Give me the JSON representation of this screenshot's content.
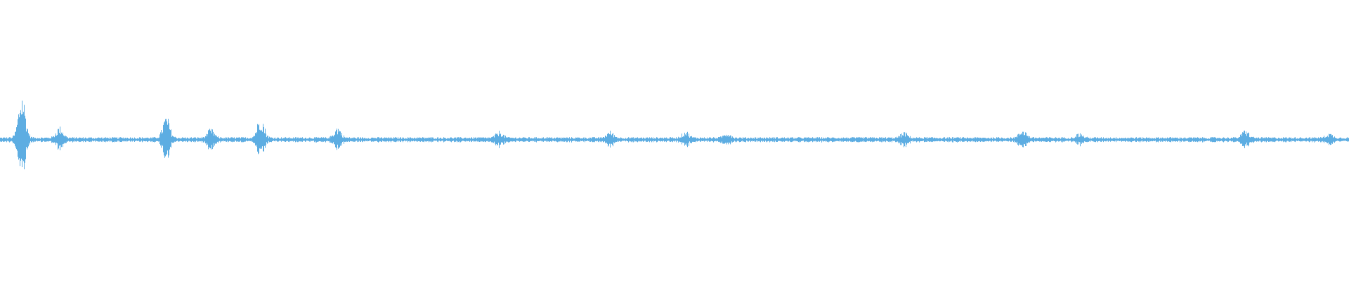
{
  "waveform": {
    "color": "#5dade2",
    "baseline_amplitude": 0.012,
    "peaks": [
      {
        "t": 0.016,
        "amp": 0.21
      },
      {
        "t": 0.044,
        "amp": 0.05
      },
      {
        "t": 0.123,
        "amp": 0.1
      },
      {
        "t": 0.156,
        "amp": 0.04
      },
      {
        "t": 0.193,
        "amp": 0.1
      },
      {
        "t": 0.25,
        "amp": 0.05
      },
      {
        "t": 0.37,
        "amp": 0.03
      },
      {
        "t": 0.452,
        "amp": 0.03
      },
      {
        "t": 0.508,
        "amp": 0.03
      },
      {
        "t": 0.539,
        "amp": 0.025
      },
      {
        "t": 0.67,
        "amp": 0.025
      },
      {
        "t": 0.758,
        "amp": 0.04
      },
      {
        "t": 0.8,
        "amp": 0.02
      },
      {
        "t": 0.923,
        "amp": 0.035
      },
      {
        "t": 0.985,
        "amp": 0.02
      }
    ]
  }
}
